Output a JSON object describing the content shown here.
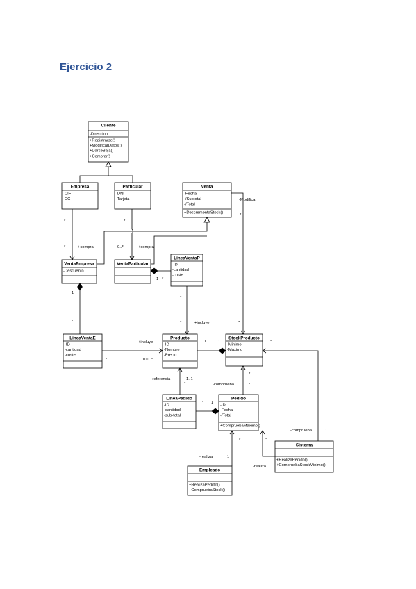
{
  "page": {
    "title": "Ejercicio 2"
  },
  "classes": {
    "cliente": {
      "name": "Cliente",
      "attrs": [
        "-Direccion"
      ],
      "ops": [
        "+Registrarse()",
        "+ModificarDatos()",
        "+DarseBaja()",
        "+Comprar()"
      ]
    },
    "empresa": {
      "name": "Empresa",
      "attrs": [
        "-CIF",
        "-CC"
      ],
      "ops": []
    },
    "particular": {
      "name": "Particular",
      "attrs": [
        "-DNI",
        "-Tarjeta"
      ],
      "ops": []
    },
    "venta": {
      "name": "Venta",
      "attrs": [
        "-Fecha",
        "-/Subtotal",
        "-/Total"
      ],
      "ops": [
        "+DescrementaStock()"
      ]
    },
    "venta_empresa": {
      "name": "VentaEmpresa",
      "attrs": [
        "-Descuento"
      ],
      "ops": []
    },
    "venta_particular": {
      "name": "VentaParticular",
      "attrs": [],
      "ops": []
    },
    "linea_venta_p": {
      "name": "LineaVentaP",
      "attrs": [
        "-ID",
        "-cantidad",
        "-coste"
      ],
      "ops": []
    },
    "linea_venta_e": {
      "name": "LineaVentaE",
      "attrs": [
        "-ID",
        "-cantidad",
        "-coste"
      ],
      "ops": []
    },
    "producto": {
      "name": "Producto",
      "attrs": [
        "-ID",
        "-Nombre",
        "-Precio"
      ],
      "ops": []
    },
    "stock_producto": {
      "name": "StockProducto",
      "attrs": [
        "-Minimo",
        "-Máximo"
      ],
      "ops": []
    },
    "linea_pedido": {
      "name": "LineaPedido",
      "attrs": [
        "-ID",
        "-cantidad",
        "-sub-total"
      ],
      "ops": []
    },
    "pedido": {
      "name": "Pedido",
      "attrs": [
        "-ID",
        "-Fecha",
        "-/Total"
      ],
      "ops": [
        "+CompruebaMaximo()"
      ]
    },
    "sistema": {
      "name": "Sistema",
      "attrs": [],
      "ops": [
        "+RealizaPedido()",
        "+CompruebaStockMinimo()"
      ]
    },
    "empleado": {
      "name": "Empleado",
      "attrs": [],
      "ops": [
        "+RealizaPedido()",
        "+CompruebaStock()"
      ]
    }
  },
  "labels": {
    "modifica": "-Modifica",
    "compra": "+compra",
    "incluye": "+incluye",
    "referencia": "+referencia",
    "comprueba": "-comprueba",
    "realiza": "-realiza",
    "star": "*",
    "one": "1",
    "zero_many": "0..*",
    "hundred_many": "100..*",
    "one_one": "1..1"
  }
}
